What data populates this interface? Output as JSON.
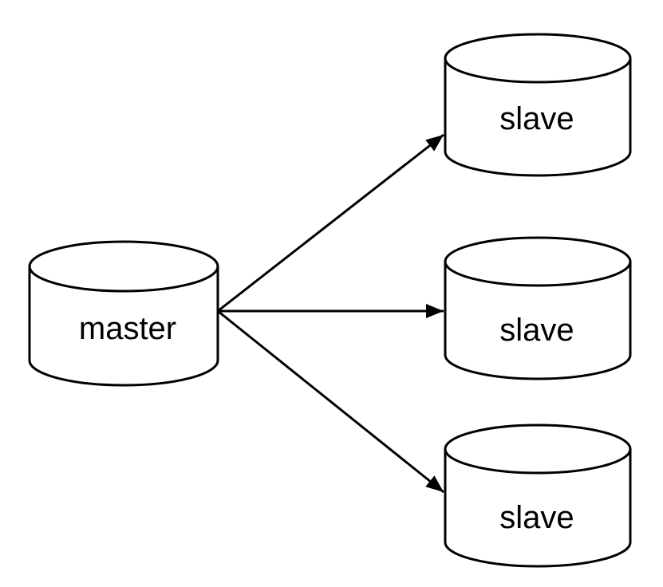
{
  "diagram": {
    "colors": {
      "background": "#ffffff",
      "node_fill": "#ffffff",
      "stroke": "#000000",
      "text": "#000000"
    },
    "nodes": [
      {
        "id": "master",
        "shape": "cylinder",
        "label": "master"
      },
      {
        "id": "slave-top",
        "shape": "cylinder",
        "label": "slave"
      },
      {
        "id": "slave-middle",
        "shape": "cylinder",
        "label": "slave"
      },
      {
        "id": "slave-bottom",
        "shape": "cylinder",
        "label": "slave"
      }
    ],
    "edges": [
      {
        "from": "master",
        "to": "slave-top",
        "style": "solid-arrow"
      },
      {
        "from": "master",
        "to": "slave-middle",
        "style": "solid-arrow"
      },
      {
        "from": "master",
        "to": "slave-bottom",
        "style": "solid-arrow"
      }
    ]
  }
}
